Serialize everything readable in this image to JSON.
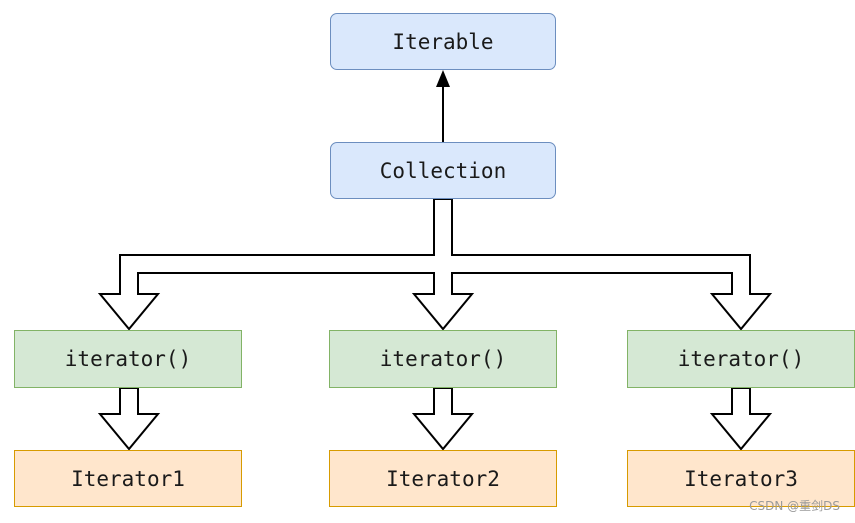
{
  "nodes": {
    "iterable": "Iterable",
    "collection": "Collection",
    "method1": "iterator()",
    "method2": "iterator()",
    "method3": "iterator()",
    "iterator1": "Iterator1",
    "iterator2": "Iterator2",
    "iterator3": "Iterator3"
  },
  "watermark": "CSDN @重剑DS",
  "colors": {
    "interface_fill": "#dae8fc",
    "interface_border": "#6c8ebf",
    "method_fill": "#d5e8d4",
    "method_border": "#82b366",
    "iterator_fill": "#ffe6cc",
    "iterator_border": "#d79b00"
  }
}
